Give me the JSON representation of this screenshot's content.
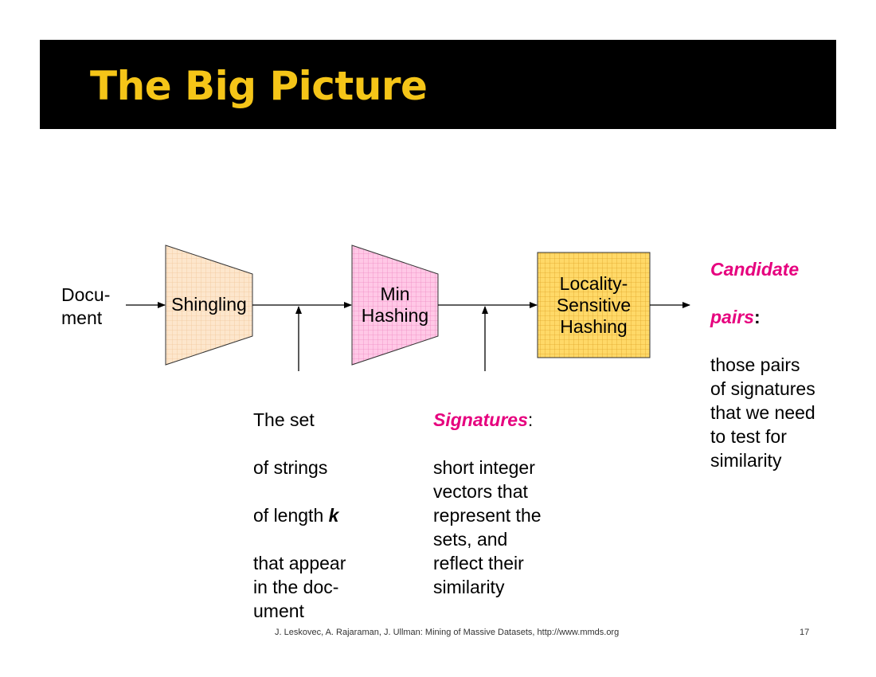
{
  "slide": {
    "title": "The Big Picture",
    "title_color": "#F5C518"
  },
  "diagram": {
    "input_label": "Docu-\nment",
    "stages": [
      {
        "name": "shingling",
        "label": "Shingling",
        "fill": "#FDE6CC",
        "grid": "#F2C79B"
      },
      {
        "name": "min-hashing",
        "label": "Min\nHashing",
        "fill": "#FFC8E6",
        "grid": "#F08CC4"
      },
      {
        "name": "lsh",
        "label": "Locality-\nSensitive\nHashing",
        "fill": "#FFD968",
        "grid": "#E2A72B"
      }
    ],
    "shingles_note": {
      "lines": [
        "The set",
        "of strings"
      ],
      "length_prefix": "of length ",
      "length_var": "k",
      "rest": "that appear\nin the doc-\nument"
    },
    "signatures_note": {
      "term": "Signatures",
      "term_suffix": ":",
      "body": "short integer\nvectors that\nrepresent the\nsets, and\nreflect their\nsimilarity"
    },
    "candidates_note": {
      "term_line1": "Candidate",
      "term_line2": "pairs",
      "term_suffix": ":",
      "body": "those pairs\nof signatures\nthat we need\nto test for\nsimilarity"
    },
    "highlight_color": "#E6007E"
  },
  "footer": {
    "citation": "J. Leskovec, A. Rajaraman, J. Ullman: Mining of Massive Datasets, http://www.mmds.org",
    "page_number": "17"
  }
}
